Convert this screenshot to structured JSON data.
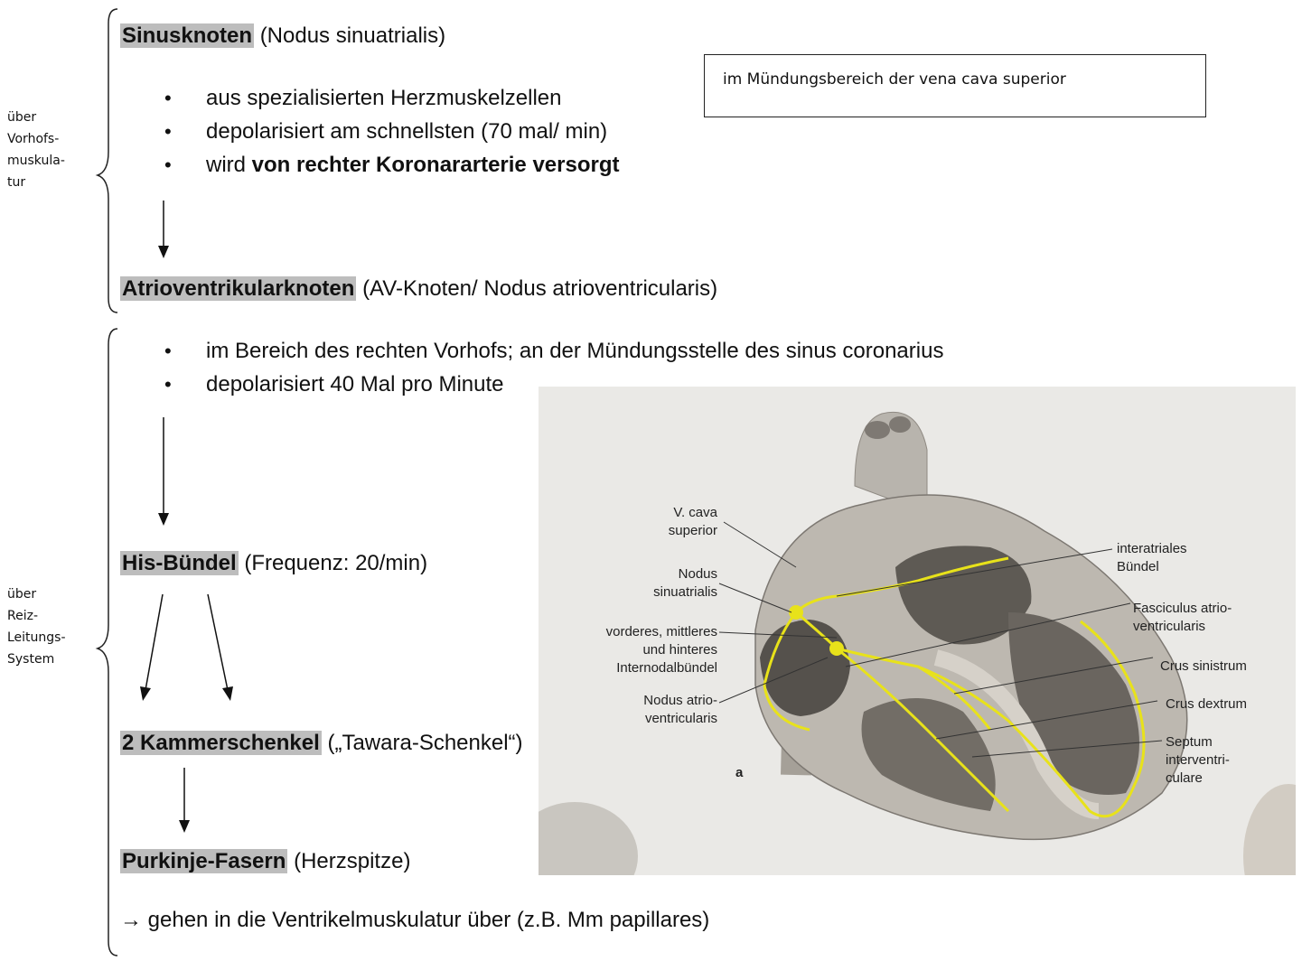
{
  "side_labels": {
    "group1": "über Vorhofs-muskula-tur",
    "group1_lines": [
      "über",
      "Vorhofs-",
      "muskula-",
      "tur"
    ],
    "group2_lines": [
      "über",
      "Reiz-",
      "Leitungs-",
      "System"
    ]
  },
  "sinus": {
    "title": "Sinusknoten",
    "subtitle": "(Nodus sinuatrialis)",
    "bullets": [
      "aus spezialisierten Herzmuskelzellen",
      "depolarisiert am schnellsten (70 mal/ min)",
      "wird "
    ],
    "bullet3_bold": "von rechter Koronararterie versorgt"
  },
  "note_box": "im Mündungsbereich der vena cava superior",
  "av": {
    "title": "Atrioventrikularknoten",
    "subtitle": "(AV-Knoten/ Nodus atrioventricularis)",
    "bullets": [
      "im Bereich des rechten Vorhofs; an der Mündungsstelle des sinus coronarius",
      "depolarisiert 40 Mal pro Minute"
    ]
  },
  "his": {
    "title": "His-Bündel",
    "subtitle": "(Frequenz: 20/min)"
  },
  "kammer": {
    "title": "2 Kammerschenkel",
    "subtitle": "(„Tawara-Schenkel“)"
  },
  "purkinje": {
    "title": "Purkinje-Fasern",
    "subtitle": "(Herzspitze)"
  },
  "footer": "→ gehen in die Ventrikelmuskulatur über (z.B. Mm papillares)",
  "figure": {
    "left_labels": {
      "vcava": [
        "V. cava",
        "superior"
      ],
      "sinuatrialis": [
        "Nodus",
        "sinuatrialis"
      ],
      "internodal": [
        "vorderes, mittleres",
        "und hinteres",
        "Internodalbündel"
      ],
      "atrioventricularis": [
        "Nodus atrio-",
        "ventricularis"
      ]
    },
    "right_labels": {
      "interatriales": [
        "interatriales",
        "Bündel"
      ],
      "fasciculus": [
        "Fasciculus atrio-",
        "ventricularis"
      ],
      "crus_sinistrum": "Crus sinistrum",
      "crus_dextrum": "Crus dextrum",
      "septum": [
        "Septum",
        "interventri-",
        "culare"
      ]
    },
    "panel_letter": "a",
    "colors": {
      "conduction": "#e8e21a",
      "tissue": "#b9b5ae",
      "background": "#eae9e6"
    }
  }
}
